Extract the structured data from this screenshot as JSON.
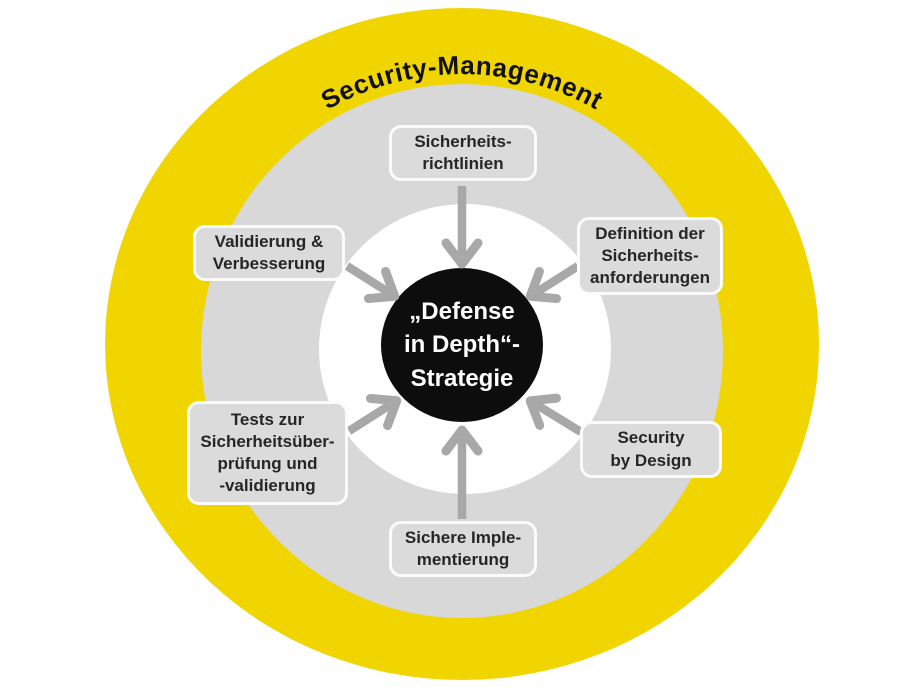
{
  "title": "Security-Management",
  "center": {
    "label": "„Defense\nin Depth“-\nStrategie"
  },
  "nodes": {
    "top": {
      "label": "Sicherheits-\nrichtlinien"
    },
    "upper_right": {
      "label": "Definition der\nSicherheits-\nanforderungen"
    },
    "lower_right": {
      "label": "Security\nby Design"
    },
    "bottom": {
      "label": "Sichere Imple-\nmentierung"
    },
    "lower_left": {
      "label": "Tests zur\nSicherheitsüber-\nprüfung und\n-validierung"
    },
    "upper_left": {
      "label": "Validierung &\nVerbesserung"
    }
  },
  "colors": {
    "outer_ring": "#F0D500",
    "middle_ring": "#D8D8D8",
    "inner_circle": "#FFFFFF",
    "center_circle": "#0D0D0D",
    "arrow": "#A8A8A8",
    "node_fill": "#DBDBDB",
    "node_border": "#FBFBFB",
    "node_text": "#262626",
    "title_text": "#111111",
    "center_text": "#FFFFFF"
  }
}
